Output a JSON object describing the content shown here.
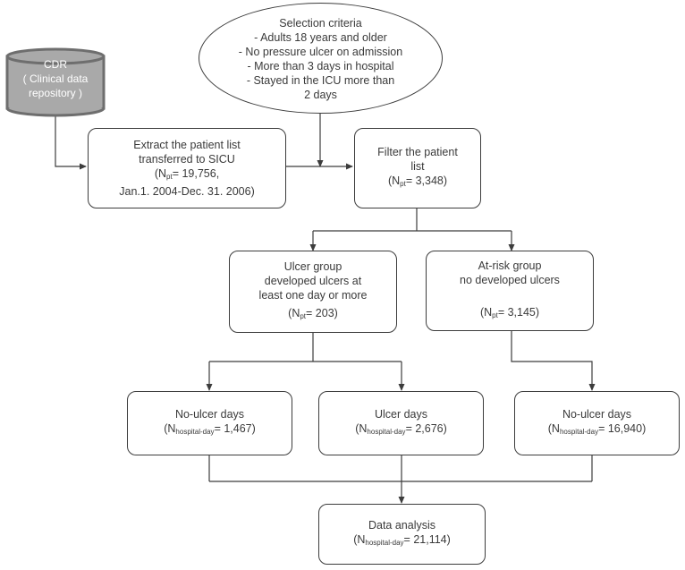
{
  "database": {
    "lines": [
      "CDR",
      "( Clinical data",
      "repository )"
    ]
  },
  "criteria": {
    "lines": [
      "Selection criteria",
      "- Adults 18 years and older",
      "- No pressure ulcer on admission",
      "- More than 3 days in hospital",
      "- Stayed in the ICU more than",
      "2 days"
    ]
  },
  "extract": {
    "lines": [
      "Extract the patient list",
      "transferred to SICU"
    ],
    "n_prefix": "(N",
    "n_sub": "pt",
    "n_value": "= 19,756,",
    "dates": "Jan.1. 2004-Dec. 31. 2006)"
  },
  "filter": {
    "lines": [
      "Filter the patient",
      "list"
    ],
    "n_prefix": "(N",
    "n_sub": "pt",
    "n_value": "= 3,348)"
  },
  "ulcer_group": {
    "lines": [
      "Ulcer group",
      "developed ulcers at",
      "least one day or more"
    ],
    "n_prefix": "(N",
    "n_sub": "pt",
    "n_value": "= 203)"
  },
  "atrisk_group": {
    "lines": [
      "At-risk group",
      "no developed ulcers"
    ],
    "n_prefix": "(N",
    "n_sub": "pt",
    "n_value": "= 3,145)"
  },
  "noulcer_days_1": {
    "title": "No-ulcer days",
    "n_prefix": "(N",
    "n_sub": "hospital-day",
    "n_value": "= 1,467)"
  },
  "ulcer_days": {
    "title": "Ulcer days",
    "n_prefix": "(N",
    "n_sub": "hospital-day",
    "n_value": "= 2,676)"
  },
  "noulcer_days_2": {
    "title": "No-ulcer days",
    "n_prefix": "(N",
    "n_sub": "hospital-day",
    "n_value": "= 16,940)"
  },
  "analysis": {
    "title": "Data analysis",
    "n_prefix": "(N",
    "n_sub": "hospital-day",
    "n_value": "= 21,114)"
  },
  "colors": {
    "stroke": "#3c3c3c",
    "text": "#3a3a3a",
    "database_fill": "#a9a9a9",
    "database_rim": "#6e6e6e"
  }
}
